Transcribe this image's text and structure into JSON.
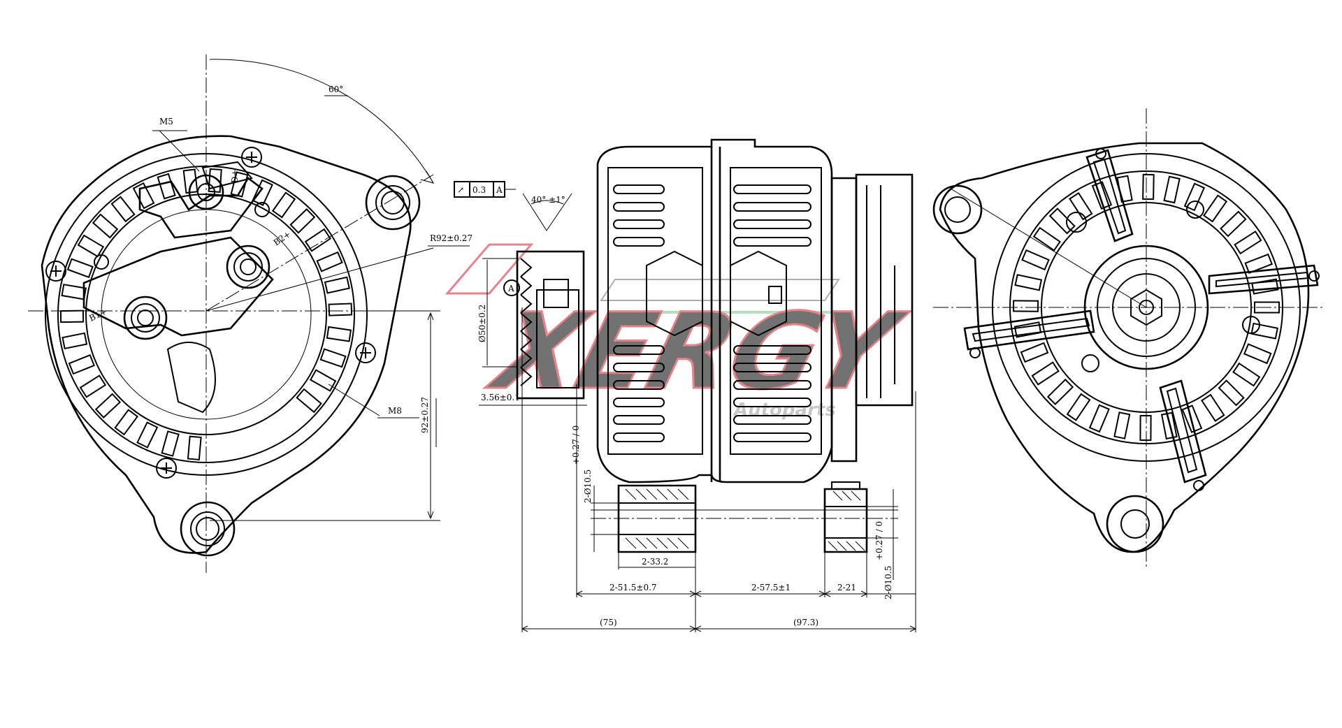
{
  "watermark": {
    "brand": "XERGY",
    "sub": "Autoparts",
    "colors": {
      "red": "#d21f2b",
      "green": "#2a9d4a",
      "gray": "#6b6b6b"
    }
  },
  "front_view": {
    "angle": "60°",
    "terminal_stud": "M5",
    "terminal_d": "D+",
    "terminal_b2": "B2+",
    "terminal_b1": "B1+",
    "radius": "R92±0.27",
    "mount_thread": "M8",
    "height": "92±0.27"
  },
  "side_view": {
    "tolerance_symbol": "↗",
    "tolerance_value": "0.3",
    "datum": "A",
    "datum_marker": "A",
    "pulley_angle": "40° ±1°",
    "pulley_diameter": "Ø50±0.2",
    "pulley_offset": "3.56±0.1",
    "hole_left": "2-Ø10.5",
    "hole_left_tol": "+0.27 / 0",
    "ear_width": "2-33.2",
    "span_left": "2-51.5±0.7",
    "span_middle": "2-57.5±1",
    "ear_right": "2-21",
    "hole_right": "2-Ø10.5",
    "hole_right_tol": "+0.27 / 0",
    "overall_left": "(75)",
    "overall_right": "(97.3)"
  }
}
